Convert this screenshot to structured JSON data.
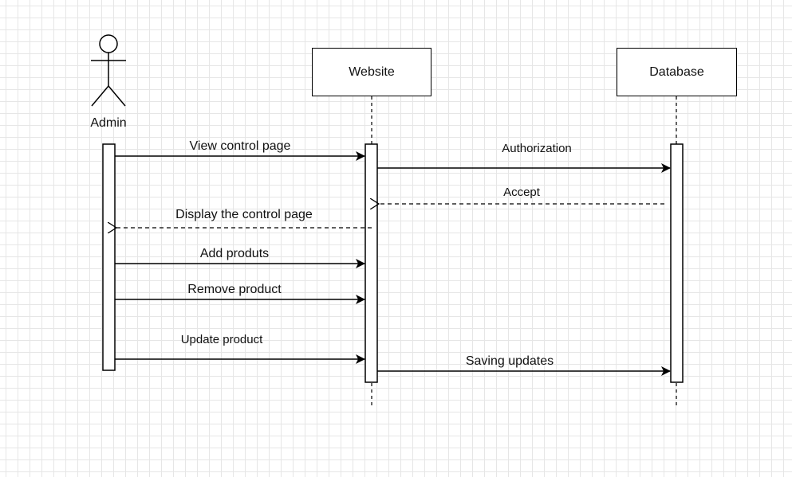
{
  "participants": {
    "admin": "Admin",
    "website": "Website",
    "database": "Database"
  },
  "messages": {
    "view_control_page": "View control page",
    "authorization": "Authorization",
    "accept": "Accept",
    "display_control_page": "Display the control page",
    "add_products": "Add produts",
    "remove_product": "Remove product",
    "update_product": "Update product",
    "saving_updates": "Saving updates"
  }
}
